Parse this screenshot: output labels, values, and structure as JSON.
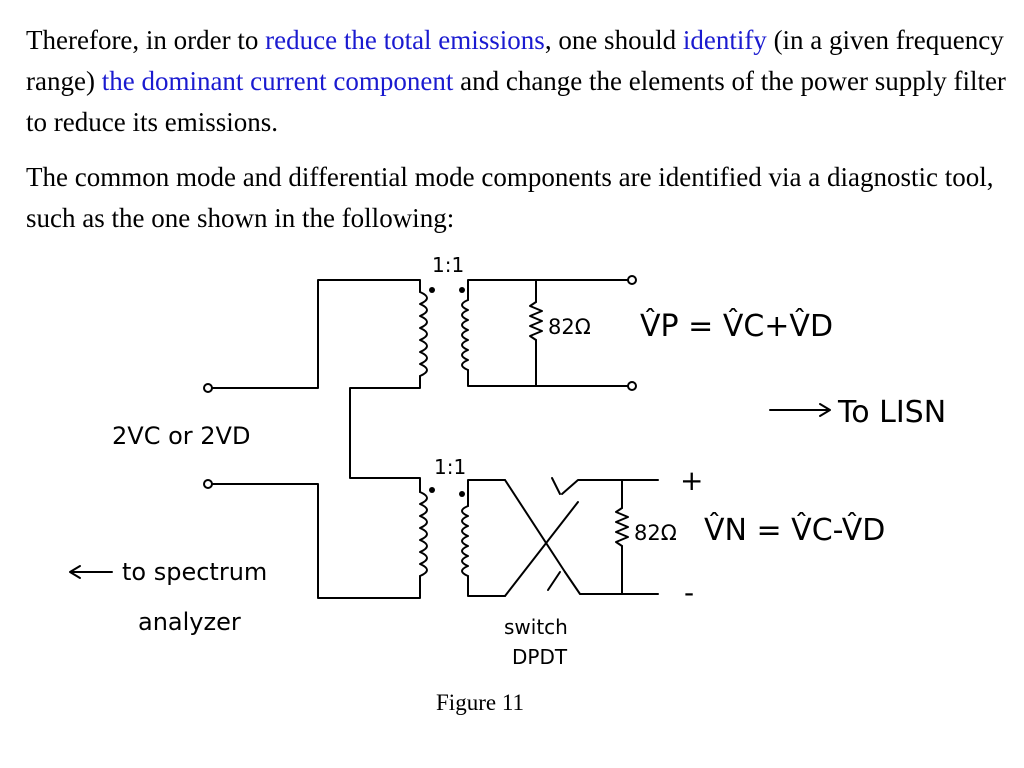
{
  "paragraph1": {
    "t1": "Therefore, in order to ",
    "h1": "reduce the total emissions",
    "t2": ", one should ",
    "h2": "identify",
    "t3": " (in a given frequency range) ",
    "h3": "the dominant current component",
    "t4": " and change the elements of the power supply filter to reduce its emissions."
  },
  "paragraph2": "The common mode and differential mode components are identified via a diagnostic tool, such as the one shown in the following:",
  "colors": {
    "highlight": "#1a1ad0",
    "text": "#000000"
  },
  "figure": {
    "ratio_top": "1:1",
    "ratio_bottom": "1:1",
    "resistor_top": "82Ω",
    "resistor_bottom": "82Ω",
    "eq_top": "V̂P = V̂C+V̂D",
    "eq_bottom": "V̂N = V̂C-V̂D",
    "input_label": "2VC or 2VD",
    "to_lisn": "To LISN",
    "to_spectrum_1": "to spectrum",
    "to_spectrum_2": "analyzer",
    "switch_1": "switch",
    "switch_2": "DPDT",
    "plus": "+",
    "minus": "-"
  },
  "caption": "Figure 11"
}
